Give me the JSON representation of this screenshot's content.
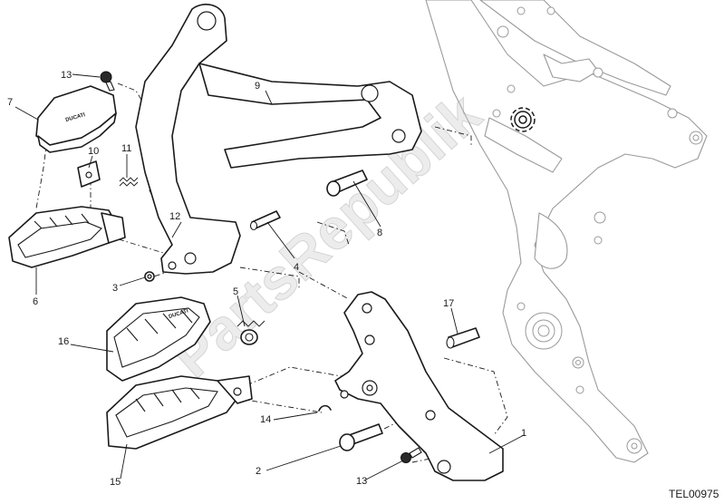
{
  "diagram": {
    "reference_code": "TEL00975",
    "watermark": "PartsRepublik",
    "part_labels": {
      "p1": "1",
      "p2": "2",
      "p3": "3",
      "p4": "4",
      "p5": "5",
      "p6": "6",
      "p7": "7",
      "p8": "8",
      "p9": "9",
      "p10": "10",
      "p11": "11",
      "p12": "12",
      "p13a": "13",
      "p13b": "13",
      "p14": "14",
      "p15": "15",
      "p16": "16",
      "p17": "17"
    },
    "rubber_logo_text": "DUCATI",
    "colors": {
      "ink": "#1a1a1a",
      "frame": "#9a9a9a",
      "watermark": "#c8c8c8"
    }
  }
}
